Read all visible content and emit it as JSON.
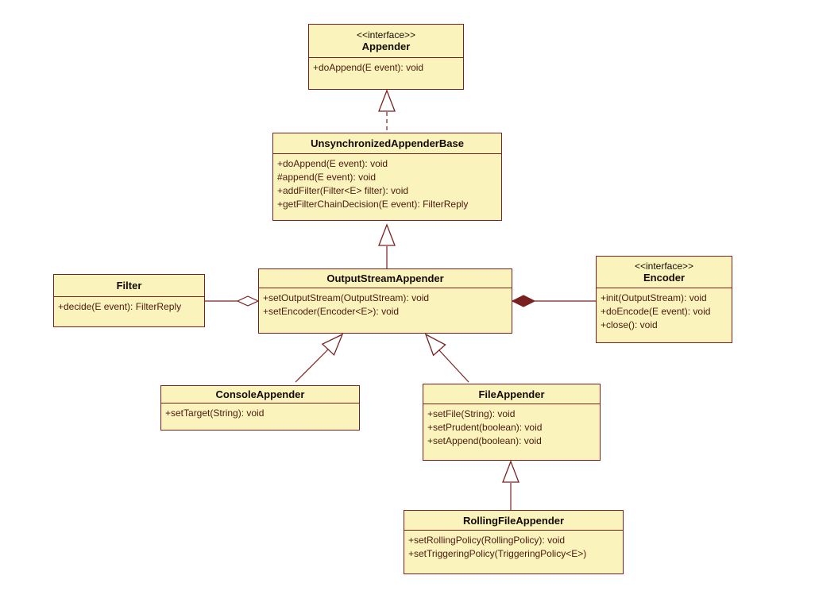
{
  "colors": {
    "background": "#ffffff",
    "class_fill": "#faf4bc",
    "class_border": "#7a2020",
    "title_text": "#140a04",
    "method_text": "#4a190e"
  },
  "classes": {
    "appender": {
      "stereotype": "<<interface>>",
      "name": "Appender",
      "methods": [
        "+doAppend(E event): void"
      ]
    },
    "unsynchronized_appender_base": {
      "name": "UnsynchronizedAppenderBase",
      "methods": [
        "+doAppend(E event): void",
        "#append(E event): void",
        "+addFilter(Filter<E> filter): void",
        "+getFilterChainDecision(E event): FilterReply"
      ]
    },
    "output_stream_appender": {
      "name": "OutputStreamAppender",
      "methods": [
        "+setOutputStream(OutputStream): void",
        "+setEncoder(Encoder<E>): void"
      ]
    },
    "filter": {
      "name": "Filter",
      "methods": [
        "+decide(E event): FilterReply"
      ]
    },
    "encoder": {
      "stereotype": "<<interface>>",
      "name": "Encoder",
      "methods": [
        "+init(OutputStream): void",
        "+doEncode(E event): void",
        "+close(): void"
      ]
    },
    "console_appender": {
      "name": "ConsoleAppender",
      "methods": [
        "+setTarget(String): void"
      ]
    },
    "file_appender": {
      "name": "FileAppender",
      "methods": [
        "+setFile(String): void",
        "+setPrudent(boolean): void",
        "+setAppend(boolean): void"
      ]
    },
    "rolling_file_appender": {
      "name": "RollingFileAppender",
      "methods": [
        "+setRollingPolicy(RollingPolicy): void",
        "+setTriggeringPolicy(TriggeringPolicy<E>)"
      ]
    }
  },
  "relationships": [
    {
      "from": "UnsynchronizedAppenderBase",
      "to": "Appender",
      "type": "realization"
    },
    {
      "from": "OutputStreamAppender",
      "to": "UnsynchronizedAppenderBase",
      "type": "generalization"
    },
    {
      "from": "ConsoleAppender",
      "to": "OutputStreamAppender",
      "type": "generalization"
    },
    {
      "from": "FileAppender",
      "to": "OutputStreamAppender",
      "type": "generalization"
    },
    {
      "from": "RollingFileAppender",
      "to": "FileAppender",
      "type": "generalization"
    },
    {
      "from": "OutputStreamAppender",
      "to": "Filter",
      "type": "aggregation"
    },
    {
      "from": "OutputStreamAppender",
      "to": "Encoder",
      "type": "composition"
    }
  ]
}
